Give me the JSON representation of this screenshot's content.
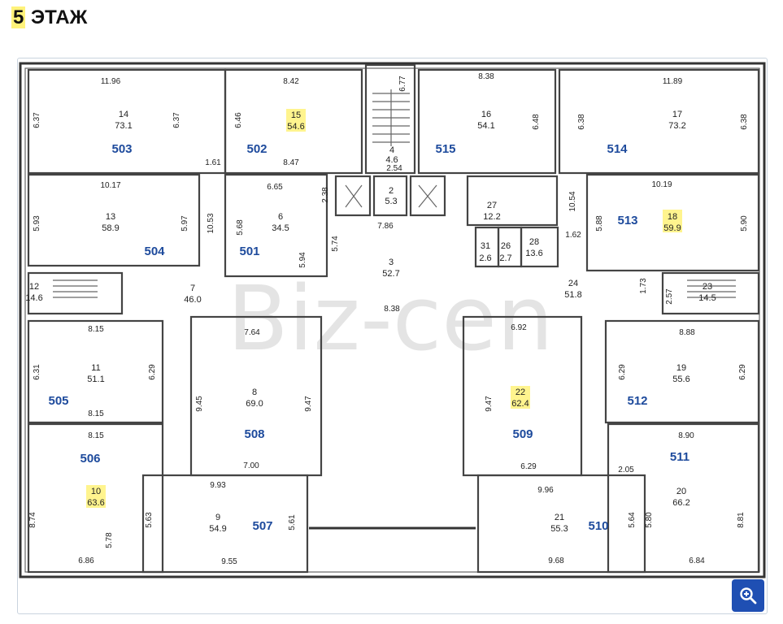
{
  "title": {
    "floor_number": "5",
    "floor_word": "ЭТАЖ"
  },
  "watermark": "Biz-cen",
  "rooms": [
    {
      "office": "503",
      "num": "14",
      "area": "73.1"
    },
    {
      "office": "502",
      "num": "15",
      "area": "54.6"
    },
    {
      "office": "515",
      "num": "16",
      "area": "54.1"
    },
    {
      "office": "514",
      "num": "17",
      "area": "73.2"
    },
    {
      "office": "504",
      "num": "13",
      "area": "58.9"
    },
    {
      "office": "501",
      "num": "6",
      "area": "34.5"
    },
    {
      "office": "513",
      "num": "18",
      "area": "59.9"
    },
    {
      "office": "505",
      "num": "11",
      "area": "51.1"
    },
    {
      "office": "508",
      "num": "8",
      "area": "69.0"
    },
    {
      "office": "509",
      "num": "22",
      "area": "62.4"
    },
    {
      "office": "512",
      "num": "19",
      "area": "55.6"
    },
    {
      "office": "506",
      "num": "10",
      "area": "63.6"
    },
    {
      "office": "507",
      "num": "9",
      "area": "54.9"
    },
    {
      "office": "510",
      "num": "21",
      "area": "55.3"
    },
    {
      "office": "511",
      "num": "20",
      "area": "66.2"
    }
  ],
  "service_rooms": [
    {
      "num": "4",
      "area": "4.6"
    },
    {
      "num": "2",
      "area": "5.3"
    },
    {
      "num": "27",
      "area": "12.2"
    },
    {
      "num": "31",
      "area": "2.6"
    },
    {
      "num": "26",
      "area": "2.7"
    },
    {
      "num": "28",
      "area": "13.6"
    },
    {
      "num": "3",
      "area": "52.7"
    },
    {
      "num": "12",
      "area": "14.6"
    },
    {
      "num": "7",
      "area": "46.0"
    },
    {
      "num": "24",
      "area": "51.8"
    },
    {
      "num": "23",
      "area": "14.5"
    }
  ],
  "dimensions": [
    "11.96",
    "6.37",
    "6.37",
    "8.42",
    "6.46",
    "8.47",
    "1.61",
    "6.77",
    "2.54",
    "8.38",
    "6.48",
    "11.89",
    "6.38",
    "6.38",
    "10.17",
    "5.93",
    "5.97",
    "10.53",
    "6.65",
    "2.38",
    "5.68",
    "5.94",
    "5.74",
    "7.86",
    "10.54",
    "1.62",
    "10.19",
    "5.88",
    "5.90",
    "8.38",
    "1.73",
    "2.57",
    "8.15",
    "6.31",
    "6.29",
    "8.15",
    "7.64",
    "9.45",
    "9.47",
    "6.92",
    "9.47",
    "8.88",
    "6.29",
    "6.29",
    "8.15",
    "8.90",
    "7.00",
    "6.29",
    "2.05",
    "9.93",
    "9.96",
    "8.74",
    "5.78",
    "5.63",
    "5.61",
    "5.64",
    "5.80",
    "8.81",
    "6.86",
    "9.55",
    "9.68",
    "6.84"
  ],
  "zoom_button": {
    "icon": "zoom-in-icon",
    "color": "#1f4fb3"
  }
}
